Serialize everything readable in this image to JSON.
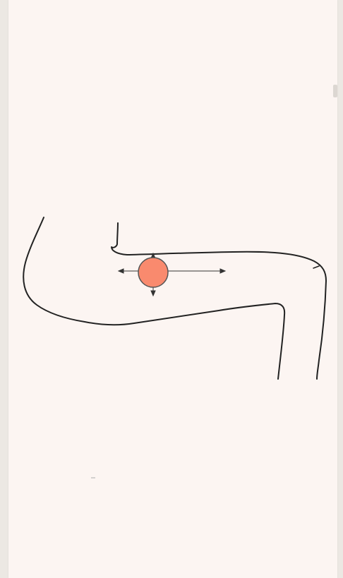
{
  "game": {
    "colors": {
      "background": "#ece8e3",
      "paper": "#fcf5f2",
      "track_stroke": "#222222",
      "ball_fill": "#f98a6e",
      "ball_stroke": "#555555",
      "arrow_stroke": "#333333"
    },
    "elements": {
      "track": "hand-drawn-track",
      "ball": "ball",
      "arrows": [
        "arrow-left",
        "arrow-right",
        "arrow-up",
        "arrow-down"
      ]
    }
  }
}
